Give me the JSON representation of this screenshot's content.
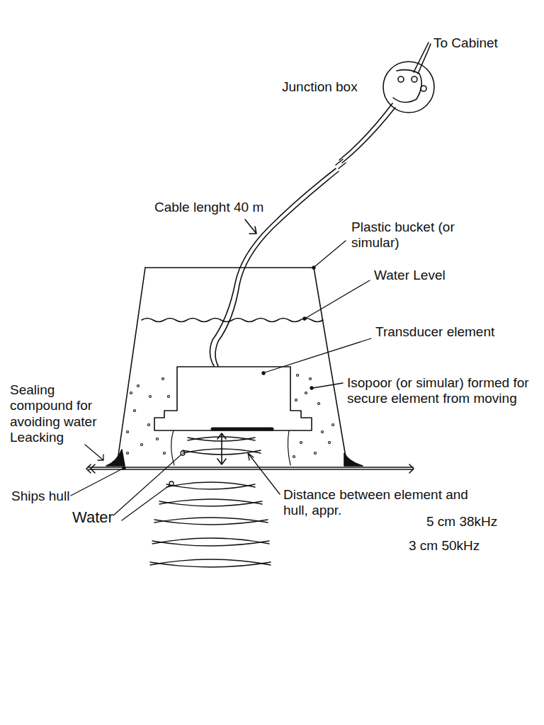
{
  "diagram": {
    "labels": [
      "To Cabinet",
      "Junction box",
      "Cable lenght 40 m",
      "Plastic bucket (or simular)",
      "Water Level",
      "Transducer element",
      "Isopoor (or simular) formed for secure element from moving",
      "Sealing compound for avoiding water Leacking",
      "Ships hull",
      "Water",
      "Distance between element and hull, appr.",
      "5 cm 38kHz",
      "3 cm 50kHz"
    ]
  }
}
